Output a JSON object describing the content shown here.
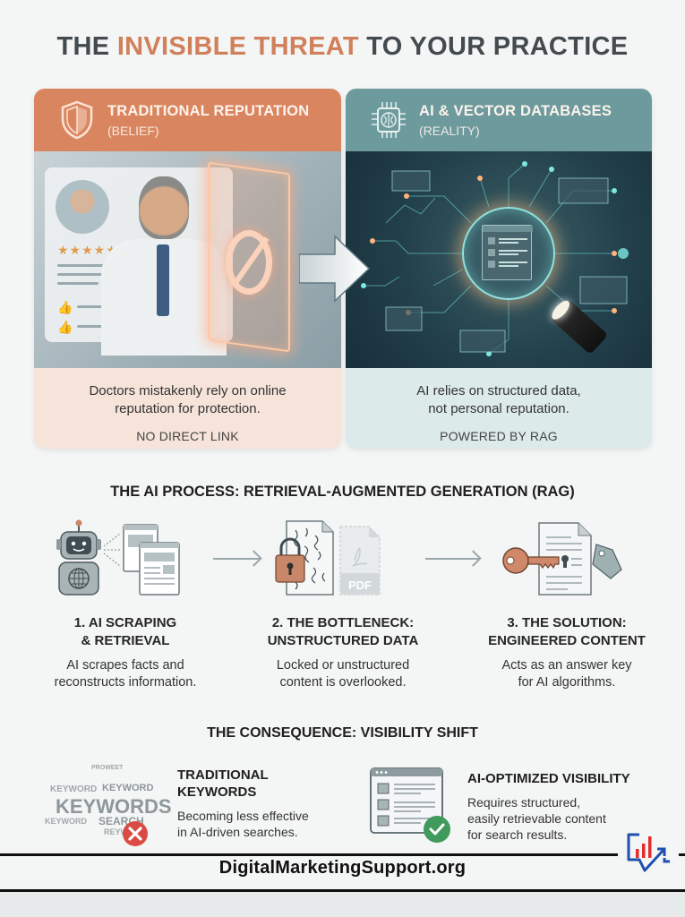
{
  "title": {
    "part1": "THE ",
    "accent": "INVISIBLE THREAT",
    "part2": " TO YOUR PRACTICE"
  },
  "colors": {
    "accent_orange": "#d98660",
    "accent_teal": "#6d9a9d",
    "title_gray": "#444b4e",
    "error_red": "#d94b43",
    "success_green": "#3f9a5b",
    "logo_blue": "#1f4fb0",
    "logo_red": "#e52b2b"
  },
  "panels": {
    "left": {
      "icon": "shield-icon",
      "heading": "TRADITIONAL REPUTATION",
      "subheading": "(BELIEF)",
      "image": "doctor-profile-blocked-illustration",
      "caption_line1": "Doctors mistakenly rely on online",
      "caption_line2": "reputation for protection.",
      "tag": "NO DIRECT LINK"
    },
    "right": {
      "icon": "ai-chip-brain-icon",
      "heading": "AI & VECTOR DATABASES",
      "subheading": "(REALITY)",
      "image": "ai-data-network-illustration",
      "caption_line1": "AI relies on structured data,",
      "caption_line2": "not personal reputation.",
      "tag": "POWERED BY RAG"
    }
  },
  "process": {
    "title": "THE AI PROCESS: RETRIEVAL-AUGMENTED GENERATION (RAG)",
    "steps": [
      {
        "icon": "robot-scraping-icon",
        "title_line1": "1. AI SCRAPING",
        "title_line2": "& RETRIEVAL",
        "desc_line1": "AI scrapes facts and",
        "desc_line2": "reconstructs information."
      },
      {
        "icon": "locked-document-pdf-icon",
        "pdf_label": "PDF",
        "title_line1": "2. THE BOTTLENECK:",
        "title_line2": "UNSTRUCTURED DATA",
        "desc_line1": "Locked or unstructured",
        "desc_line2": "content is overlooked."
      },
      {
        "icon": "key-document-tag-icon",
        "title_line1": "3. THE SOLUTION:",
        "title_line2": "ENGINEERED CONTENT",
        "desc_line1": "Acts as an answer key",
        "desc_line2": "for AI algorithms."
      }
    ]
  },
  "consequence": {
    "title": "THE CONSEQUENCE: VISIBILITY SHIFT",
    "items": [
      {
        "icon": "keyword-cloud-x-icon",
        "cloud_words": [
          "KEYWORD",
          "KEYWORD",
          "KEYWORDS",
          "KEYWORD",
          "SEARCH",
          "REYWD",
          "PROWEET"
        ],
        "title_line1": "TRADITIONAL",
        "title_line2": "KEYWORDS",
        "desc_line1": "Becoming less effective",
        "desc_line2": "in AI-driven searches."
      },
      {
        "icon": "structured-page-check-icon",
        "title_line1": "AI-OPTIMIZED VISIBILITY",
        "desc_line1": "Requires structured,",
        "desc_line2": "easily retrievable content",
        "desc_line3": "for search results."
      }
    ]
  },
  "footer": {
    "site": "DigitalMarketingSupport.org",
    "logo": "chart-speech-bubble-logo-icon"
  }
}
